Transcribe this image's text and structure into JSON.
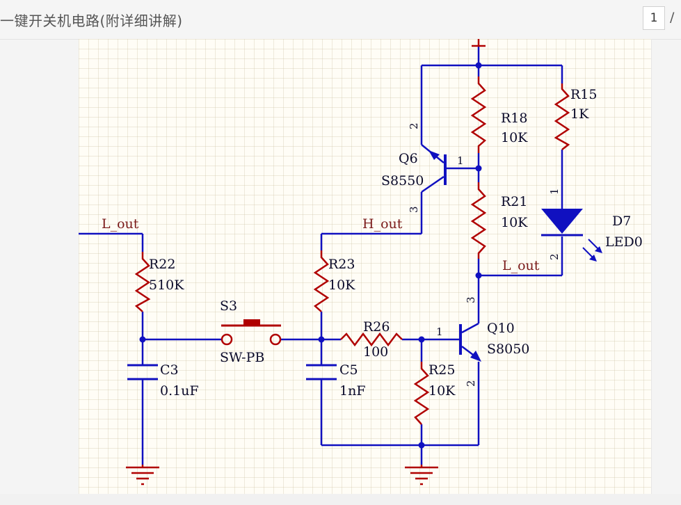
{
  "header": {
    "title": "一键开关机电路(附详细讲解)",
    "page_current": "1",
    "page_separator": "/"
  },
  "schematic": {
    "components": {
      "q6": {
        "ref": "Q6",
        "value": "S8550",
        "pin1": "1",
        "pin2": "2",
        "pin3": "3"
      },
      "q10": {
        "ref": "Q10",
        "value": "S8050",
        "pin1": "1",
        "pin2": "2",
        "pin3": "3"
      },
      "r15": {
        "ref": "R15",
        "value": "1K"
      },
      "r18": {
        "ref": "R18",
        "value": "10K"
      },
      "r21": {
        "ref": "R21",
        "value": "10K"
      },
      "r22": {
        "ref": "R22",
        "value": "510K"
      },
      "r23": {
        "ref": "R23",
        "value": "10K"
      },
      "r25": {
        "ref": "R25",
        "value": "10K"
      },
      "r26": {
        "ref": "R26",
        "value": "100"
      },
      "c3": {
        "ref": "C3",
        "value": "0.1uF"
      },
      "c5": {
        "ref": "C5",
        "value": "1nF"
      },
      "s3": {
        "ref": "S3",
        "value": "SW-PB"
      },
      "d7": {
        "ref": "D7",
        "value": "LED0",
        "pin1": "1",
        "pin2": "2"
      }
    },
    "nets": {
      "l_out_left": "L_out",
      "h_out": "H_out",
      "l_out_right": "L_out"
    },
    "colors": {
      "wire": "#1010c0",
      "component": "#b00000",
      "label": "#0a0a2a",
      "net_label": "#7a1a1a",
      "grid": "#fffdf6"
    }
  }
}
